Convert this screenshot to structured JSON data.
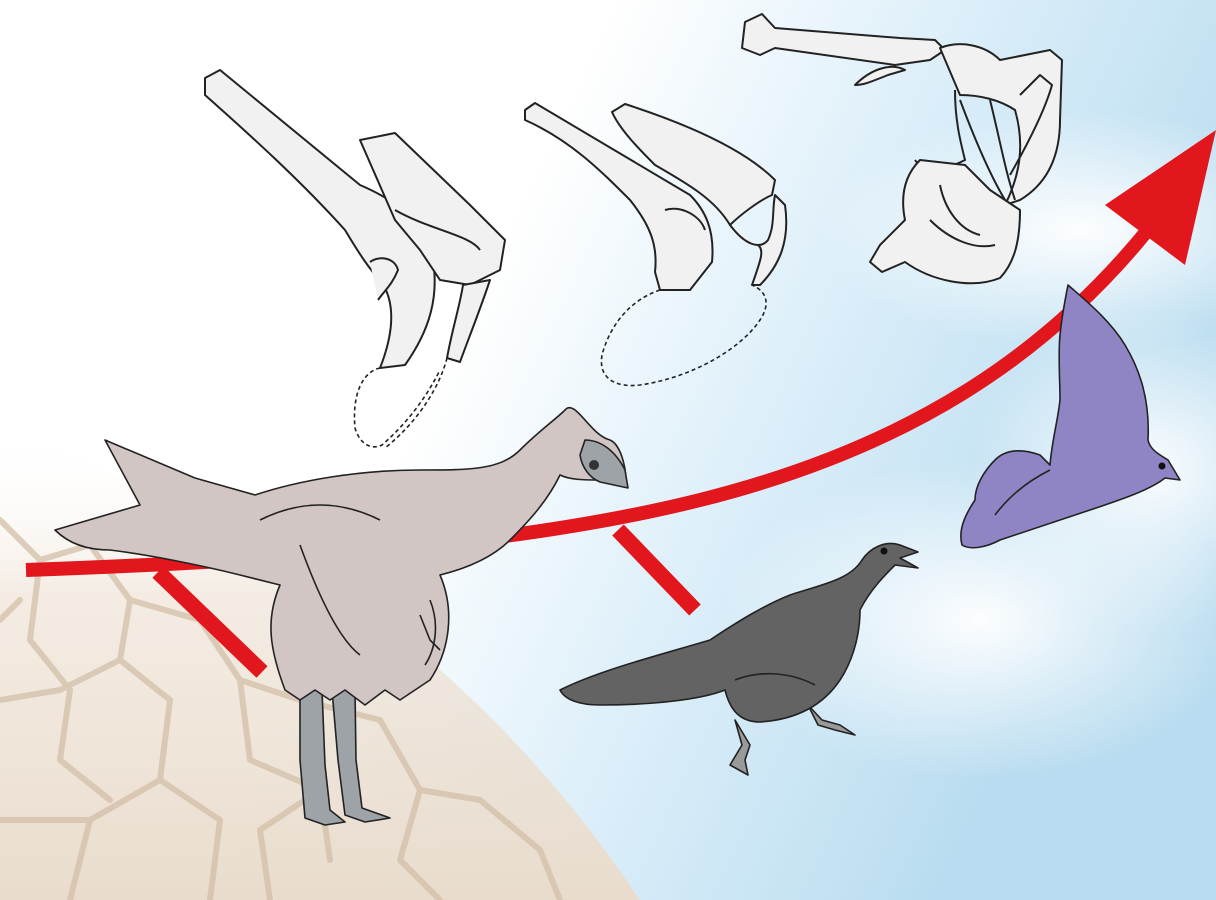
{
  "scene": {
    "background": {
      "sky_color": "#b9dcf0",
      "white_color": "#ffffff",
      "ground_color": "#e9dccd",
      "crack_color": "#d3bfa8"
    },
    "evolution_arrow": {
      "color": "#e2161d",
      "branches": 2
    },
    "fossil_style": {
      "bone_fill": "#f1f1f1",
      "outline": "#222222"
    },
    "organisms": [
      {
        "name": "flightless-feathered-dinosaur",
        "fill": "#d2c6c4",
        "legs": "#9ea3a8"
      },
      {
        "name": "early-bird-archaeopteryx",
        "fill": "#636363"
      },
      {
        "name": "modern-flying-bird",
        "fill": "#8f85c4"
      }
    ]
  }
}
